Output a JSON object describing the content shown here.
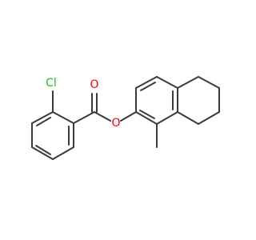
{
  "molecule": {
    "atoms": {
      "chlorine": "Cl",
      "carbonyl_oxygen": "O",
      "ester_oxygen": "O"
    },
    "colors": {
      "bond": "#3a3a3a",
      "chlorine": "#22bb22",
      "oxygen": "#ff0000"
    }
  }
}
